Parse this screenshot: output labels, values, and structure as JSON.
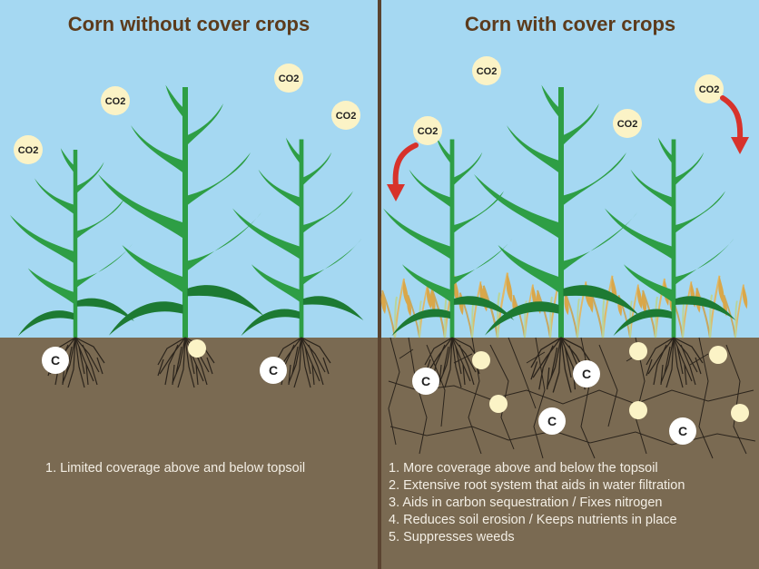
{
  "panels": {
    "left": {
      "title": "Corn without cover crops",
      "notes": [
        "1. Limited coverage above and below topsoil"
      ]
    },
    "right": {
      "title": "Corn with cover crops",
      "notes": [
        "1. More coverage above and below the topsoil",
        "2. Extensive root system that aids in water filtration",
        "3. Aids in carbon sequestration / Fixes nitrogen",
        "4. Reduces soil erosion / Keeps nutrients in place",
        "5. Suppresses weeds"
      ]
    }
  },
  "labels": {
    "co2": "CO2",
    "carbon": "C"
  },
  "colors": {
    "sky": "#a5d8f2",
    "soil": "#7a6a52",
    "divider": "#5a4330",
    "title": "#5c3b1c",
    "leaf": "#2e9e45",
    "leaf_dark": "#1d7a33",
    "root": "#2b241c",
    "token_fill": "#fbf3c6",
    "arrow": "#d7322b",
    "wheat": "#d9a74a"
  }
}
